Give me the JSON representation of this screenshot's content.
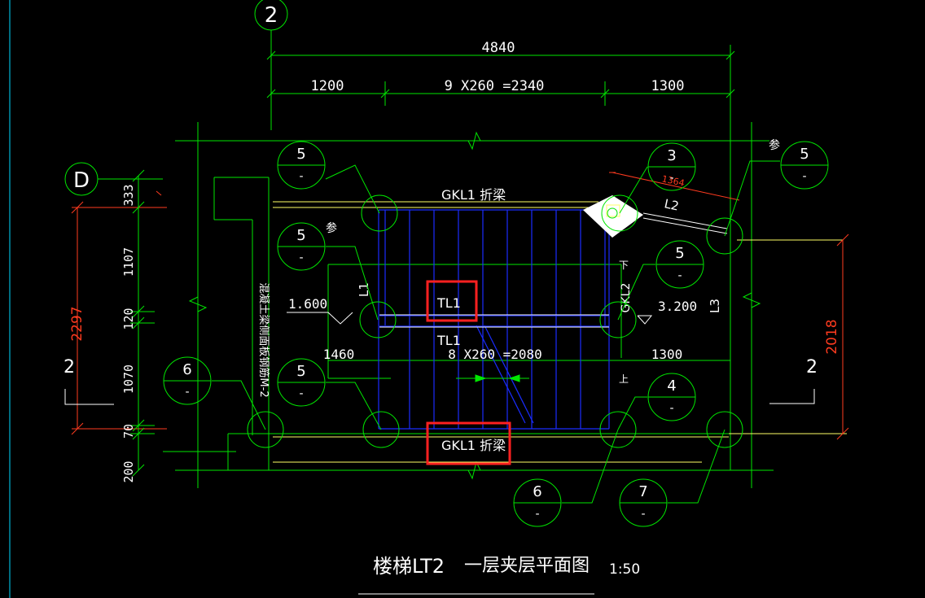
{
  "colors": {
    "background": "#000000",
    "green": "#00e600",
    "white": "#ffffff",
    "yellow": "#ffff66",
    "blue": "#1a2cff",
    "red": "#ff3b1f",
    "cyan": "#00d8ff",
    "highlight": "#ff2020"
  },
  "axis": {
    "top_grid": "2",
    "left_grid": "D"
  },
  "top_dims": {
    "total": "4840",
    "left": "1200",
    "middle": "9 X260 =2340",
    "right": "1300"
  },
  "left_dims": [
    "333",
    "1107",
    "120",
    "1070",
    "70",
    "200"
  ],
  "left_overall": "2297",
  "right_overall": "2018",
  "section_marks": {
    "left": "2",
    "right": "2"
  },
  "labels": {
    "gkl_top": "GKL1 折梁",
    "gkl_bottom": "GKL1 折梁",
    "tl1_upper": "TL1",
    "tl1_lower": "TL1",
    "l1": "L1",
    "l2": "L2",
    "l3": "L3",
    "gkl2": "GKL2",
    "lower_dim": "8 X260 =2080",
    "dim_1460": "1460",
    "dim_1300_mid": "1300",
    "elev_left": "1.600",
    "elev_right": "3.200",
    "wall_note": "混凝土梁侧面板钢筋M-2",
    "small_red": "1364",
    "can1": "参",
    "can2": "参",
    "down_mark": "下",
    "up_mark": "上"
  },
  "callouts": [
    {
      "num": "5",
      "sub": "-"
    },
    {
      "num": "3",
      "sub": "-"
    },
    {
      "num": "5",
      "sub": "-"
    },
    {
      "num": "5",
      "sub": "-"
    },
    {
      "num": "5",
      "sub": "-"
    },
    {
      "num": "5",
      "sub": "-"
    },
    {
      "num": "6",
      "sub": "-"
    },
    {
      "num": "4",
      "sub": "-"
    },
    {
      "num": "6",
      "sub": "-"
    },
    {
      "num": "7",
      "sub": "-"
    }
  ],
  "title": {
    "name": "楼梯LT2",
    "subtitle": "一层夹层平面图",
    "scale": "1:50"
  }
}
